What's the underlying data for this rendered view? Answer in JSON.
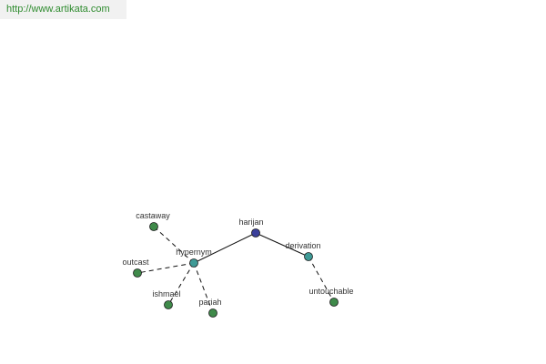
{
  "header": {
    "url_text": "http://www.artikata.com"
  },
  "colors": {
    "root": "#3a3f9a",
    "relation": "#3f9a96",
    "leaf": "#3f8a4a",
    "edge": "#111111",
    "url_text": "#2e8b2e"
  },
  "graph": {
    "nodes": [
      {
        "id": "harijan",
        "label": "harijan",
        "kind": "root"
      },
      {
        "id": "hypernym",
        "label": "hypernym",
        "kind": "relation"
      },
      {
        "id": "derivation",
        "label": "derivation",
        "kind": "relation"
      },
      {
        "id": "castaway",
        "label": "castaway",
        "kind": "leaf"
      },
      {
        "id": "outcast",
        "label": "outcast",
        "kind": "leaf"
      },
      {
        "id": "ishmael",
        "label": "ishmael",
        "kind": "leaf"
      },
      {
        "id": "pariah",
        "label": "pariah",
        "kind": "leaf"
      },
      {
        "id": "untouchable",
        "label": "untouchable",
        "kind": "leaf"
      }
    ],
    "edges": [
      {
        "from": "harijan",
        "to": "hypernym",
        "style": "solid"
      },
      {
        "from": "harijan",
        "to": "derivation",
        "style": "solid"
      },
      {
        "from": "hypernym",
        "to": "castaway",
        "style": "dashed"
      },
      {
        "from": "hypernym",
        "to": "outcast",
        "style": "dashed"
      },
      {
        "from": "hypernym",
        "to": "ishmael",
        "style": "dashed"
      },
      {
        "from": "hypernym",
        "to": "pariah",
        "style": "dashed"
      },
      {
        "from": "derivation",
        "to": "untouchable",
        "style": "dashed"
      }
    ]
  }
}
